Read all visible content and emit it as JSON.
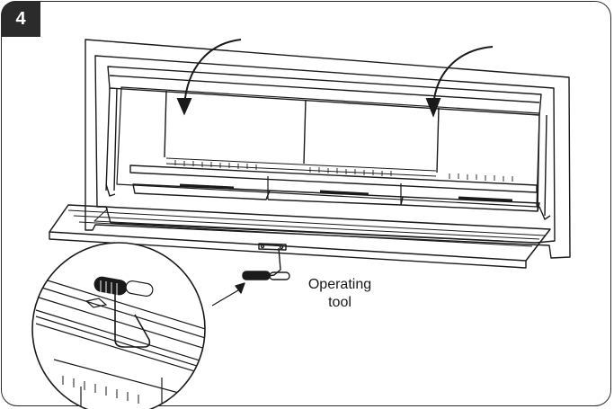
{
  "step": {
    "number": "4"
  },
  "callout": {
    "line1": "Operating",
    "line2": "tool"
  },
  "colors": {
    "line": "#1a1a1a",
    "badge": "#2b2b2b"
  },
  "icons": {
    "rotation_arrows": "curved-arrow-icon",
    "tool": "t-handle-tool-icon"
  }
}
